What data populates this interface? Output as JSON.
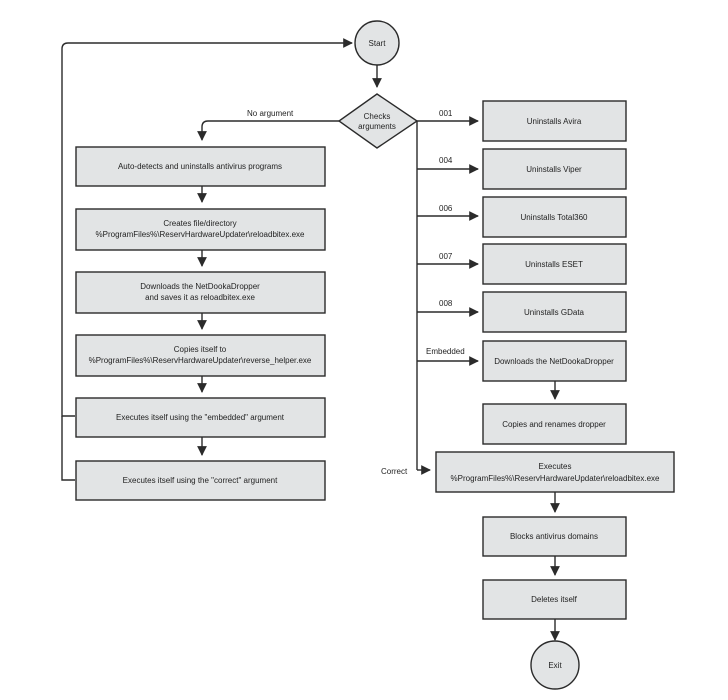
{
  "nodes": {
    "start": "Start",
    "decision": [
      "Checks",
      "arguments"
    ],
    "autodetect": [
      "Auto-detects and uninstalls antivirus programs"
    ],
    "create_file": [
      "Creates file/directory",
      "%ProgramFiles%\\ReservHardwareUpdater\\reloadbitex.exe"
    ],
    "download_left": [
      "Downloads the NetDookaDropper",
      "and saves it as reloadbitex.exe"
    ],
    "copies_itself": [
      "Copies itself to",
      "%ProgramFiles%\\ReservHardwareUpdater\\reverse_helper.exe"
    ],
    "exec_embedded": [
      "Executes itself using the \"embedded\" argument"
    ],
    "exec_correct": [
      "Executes itself using the \"correct\" argument"
    ],
    "avira": [
      "Uninstalls Avira"
    ],
    "viper": [
      "Uninstalls Viper"
    ],
    "total360": [
      "Uninstalls Total360"
    ],
    "eset": [
      "Uninstalls ESET"
    ],
    "gdata": [
      "Uninstalls GData"
    ],
    "download_right": [
      "Downloads the NetDookaDropper"
    ],
    "copies_renames": [
      "Copies and renames dropper"
    ],
    "executes_right": [
      "Executes",
      "%ProgramFiles%\\ReservHardwareUpdater\\reloadbitex.exe"
    ],
    "blocks": [
      "Blocks antivirus domains"
    ],
    "deletes": [
      "Deletes itself"
    ],
    "exit": "Exit"
  },
  "edge_labels": {
    "no_argument": "No argument",
    "c001": "001",
    "c004": "004",
    "c006": "006",
    "c007": "007",
    "c008": "008",
    "embedded": "Embedded",
    "correct": "Correct"
  }
}
